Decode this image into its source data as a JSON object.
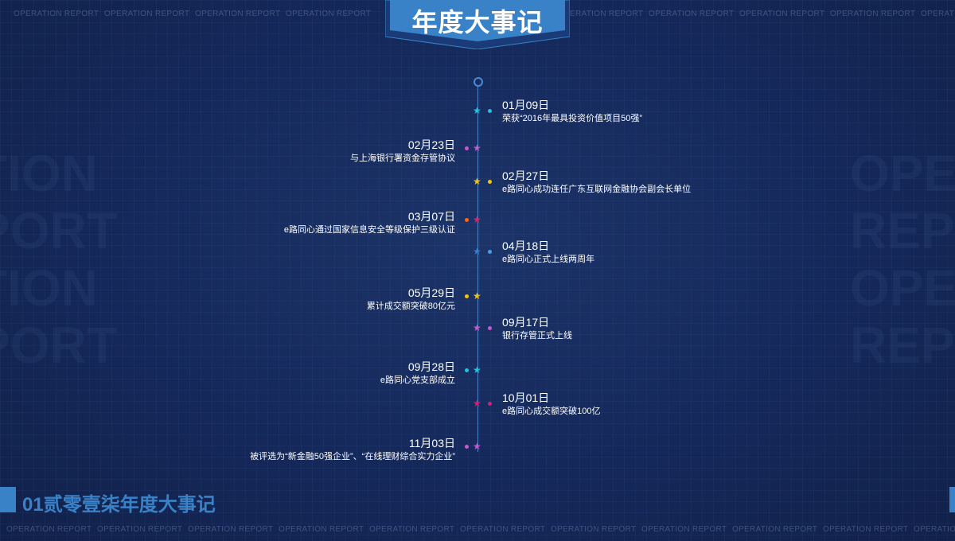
{
  "header": {
    "title": "年度大事记",
    "watermark": "OPERATION REPORT"
  },
  "watermark_big": {
    "left": [
      "TION",
      "PORT",
      "TION",
      "PORT"
    ],
    "right": [
      "OPE",
      "REP",
      "OPE",
      "REP"
    ]
  },
  "timeline": [
    {
      "date": "01月09日",
      "desc": "荣获“2016年最具投资价值项目50强”",
      "side": "right",
      "star": "#22c3dc",
      "dot": "#22c3dc"
    },
    {
      "date": "02月23日",
      "desc": "与上海银行署资金存管协议",
      "side": "left",
      "star": "#c957d0",
      "dot": "#c957d0"
    },
    {
      "date": "02月27日",
      "desc": "e路同心成功连任广东互联网金融协会副会长单位",
      "side": "right",
      "star": "#f2c40e",
      "dot": "#f2c40e"
    },
    {
      "date": "03月07日",
      "desc": "e路同心通过国家信息安全等级保护三级认证",
      "side": "left",
      "star": "#e0206a",
      "dot": "#ef6a24"
    },
    {
      "date": "04月18日",
      "desc": "e路同心正式上线两周年",
      "side": "right",
      "star": "#2f7fd0",
      "dot": "#4aa0e8"
    },
    {
      "date": "05月29日",
      "desc": "累计成交额突破80亿元",
      "side": "left",
      "star": "#f2c40e",
      "dot": "#f2c40e"
    },
    {
      "date": "09月17日",
      "desc": "银行存管正式上线",
      "side": "right",
      "star": "#c957d0",
      "dot": "#c957d0"
    },
    {
      "date": "09月28日",
      "desc": "e路同心党支部成立",
      "side": "left",
      "star": "#22c3dc",
      "dot": "#22c3dc"
    },
    {
      "date": "10月01日",
      "desc": "e路同心成交额突破100亿",
      "side": "right",
      "star": "#d6206e",
      "dot": "#d6206e"
    },
    {
      "date": "11月03日",
      "desc": "被评选为“新金融50强企业”、“在线理财综合实力企业”",
      "side": "left",
      "star": "#c957d0",
      "dot": "#c957d0"
    }
  ],
  "footer": {
    "title": "01贰零壹柒年度大事记"
  }
}
